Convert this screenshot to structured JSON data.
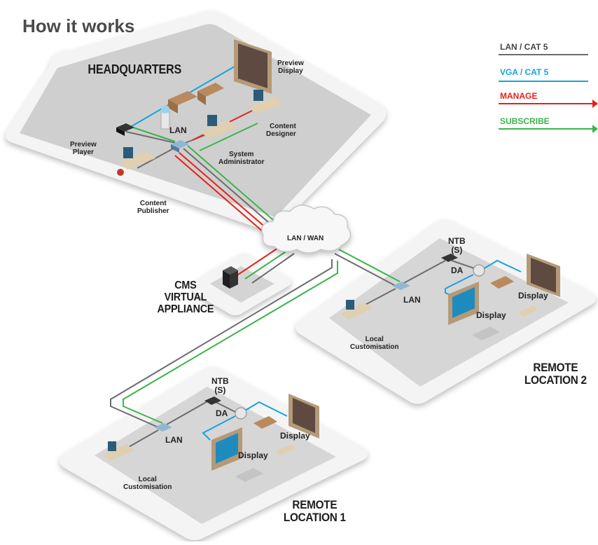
{
  "title": "How it works",
  "legend": [
    {
      "label": "LAN / CAT 5",
      "color": "#6d6d6d",
      "arrow": false
    },
    {
      "label": "VGA / CAT 5",
      "color": "#17a3dc",
      "arrow": false
    },
    {
      "label": "MANAGE",
      "color": "#e2231a",
      "arrow": true
    },
    {
      "label": "SUBSCRIBE",
      "color": "#3ab54a",
      "arrow": true
    }
  ],
  "headquarters": {
    "name": "HEADQUARTERS",
    "preview_display": "Preview\nDisplay",
    "content_designer": "Content\nDesigner",
    "system_administrator": "System\nAdministrator",
    "preview_player": "Preview\nPlayer",
    "lan": "LAN",
    "content_publisher": "Content\nPublisher"
  },
  "cloud": "LAN / WAN",
  "cms": "CMS\nVIRTUAL\nAPPLIANCE",
  "remote2": {
    "name": "REMOTE\nLOCATION 2",
    "ntb": "NTB\n(S)",
    "da": "DA",
    "lan": "LAN",
    "display_a": "Display",
    "display_b": "Display",
    "local": "Local\nCustomisation"
  },
  "remote1": {
    "name": "REMOTE\nLOCATION 1",
    "ntb": "NTB\n(S)",
    "da": "DA",
    "lan": "LAN",
    "display_a": "Display",
    "display_b": "Display",
    "local": "Local\nCustomisation"
  }
}
